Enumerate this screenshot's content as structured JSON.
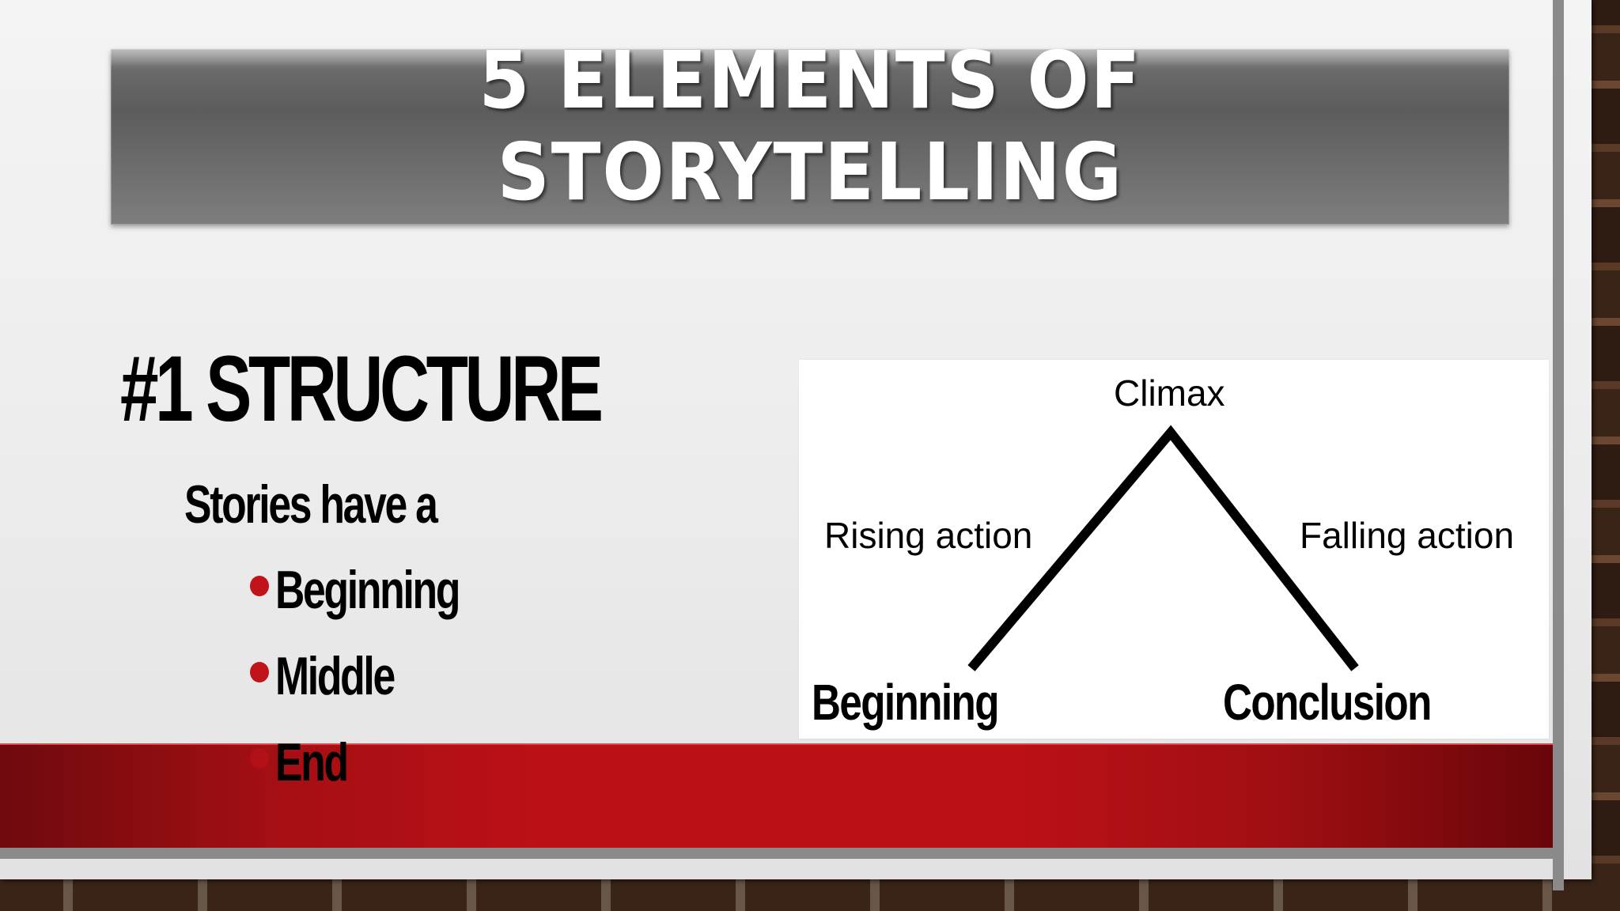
{
  "slide": {
    "title_line1": "5 ELEMENTS OF",
    "title_line2": "STORYTELLING",
    "heading": "#1 STRUCTURE",
    "subheading": "Stories have a",
    "bullets": [
      {
        "label": "Beginning"
      },
      {
        "label": "Middle"
      },
      {
        "label": "End"
      }
    ],
    "colors": {
      "accent_red": "#bb1016",
      "bullet_red": "#c0141a",
      "title_bar_gray": "#6a6a6a",
      "frame_gray": "#8a8a8a"
    }
  },
  "diagram": {
    "type": "story-arc",
    "peak_label": "Climax",
    "left_slope_label": "Rising action",
    "right_slope_label": "Falling action",
    "start_label": "Beginning",
    "end_label": "Conclusion"
  }
}
